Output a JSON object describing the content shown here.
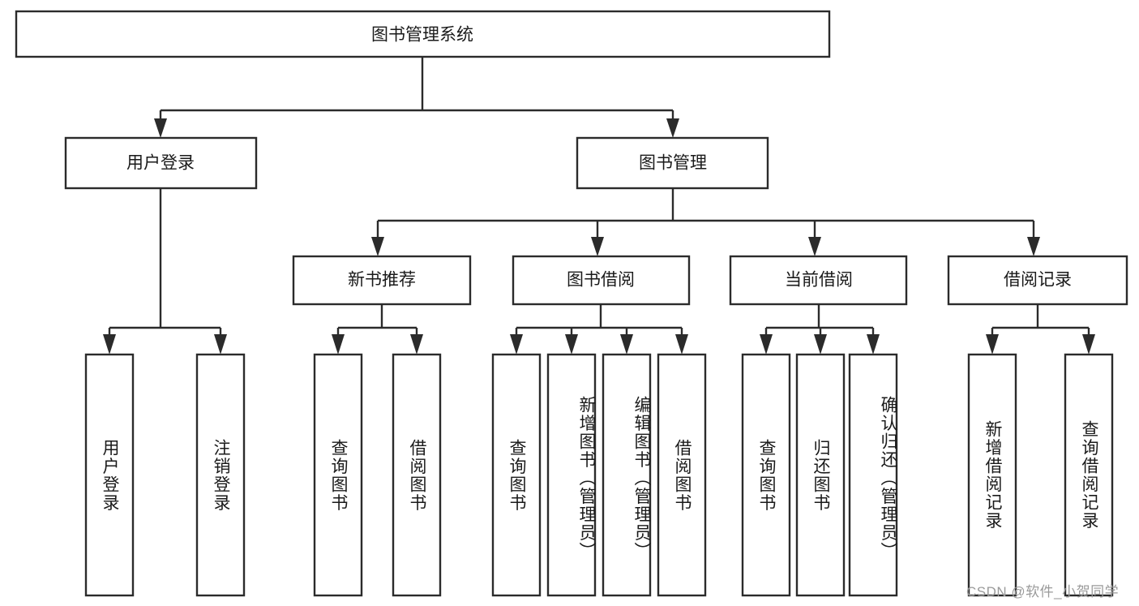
{
  "chart_data": {
    "type": "diagram",
    "diagram_kind": "tree-hierarchy",
    "title": "图书管理系统",
    "orientation": "top-down",
    "levels": 4
  },
  "root": {
    "label": "图书管理系统"
  },
  "level2": [
    {
      "label": "用户登录"
    },
    {
      "label": "图书管理"
    }
  ],
  "level3": [
    {
      "label": "新书推荐"
    },
    {
      "label": "图书借阅"
    },
    {
      "label": "当前借阅"
    },
    {
      "label": "借阅记录"
    }
  ],
  "leaves": {
    "user_login": [
      {
        "label": "用户登录"
      },
      {
        "label": "注销登录"
      }
    ],
    "new_book_recommend": [
      {
        "label": "查询图书"
      },
      {
        "label": "借阅图书"
      }
    ],
    "book_borrow": [
      {
        "label": "查询图书"
      },
      {
        "label": "新增图书（管理员）"
      },
      {
        "label": "编辑图书（管理员）"
      },
      {
        "label": "借阅图书"
      }
    ],
    "current_borrow": [
      {
        "label": "查询图书"
      },
      {
        "label": "归还图书"
      },
      {
        "label": "确认归还（管理员）"
      }
    ],
    "borrow_record": [
      {
        "label": "新增借阅记录"
      },
      {
        "label": "查询借阅记录"
      }
    ]
  },
  "watermark": {
    "text": "CSDN @软件_小贺同学"
  },
  "colors": {
    "stroke": "#2b2b2b",
    "fill": "#ffffff",
    "text": "#1a1a1a",
    "watermark": "#9a9a9a"
  }
}
